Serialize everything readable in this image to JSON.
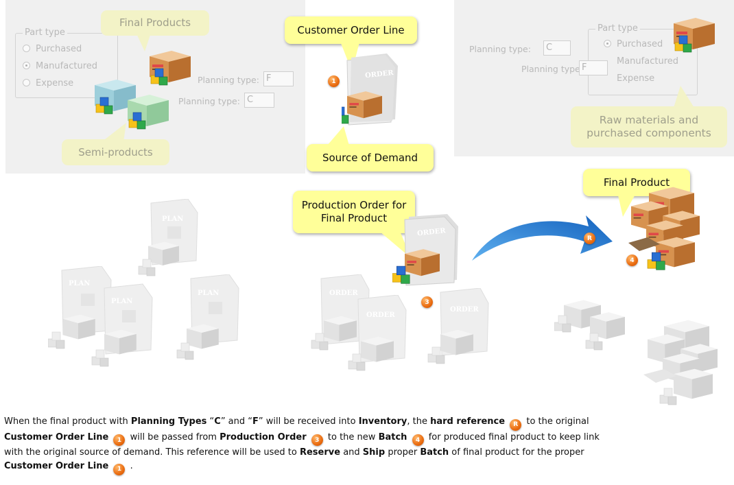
{
  "panel_left": {
    "groupbox_title": "Part type",
    "options": [
      "Purchased",
      "Manufactured",
      "Expense"
    ],
    "selected": "Manufactured",
    "callout_top": "Final Products",
    "callout_bottom": "Semi-products",
    "field1_label": "Planning type:",
    "field1_value": "F",
    "field2_label": "Planning type:",
    "field2_value": "C"
  },
  "center_top": {
    "callout_top": "Customer Order Line",
    "callout_bottom": "Source of Demand",
    "document_label": "ORDER",
    "badge": "1"
  },
  "panel_right": {
    "groupbox_title": "Part type",
    "options": [
      "Purchased",
      "Manufactured",
      "Expense"
    ],
    "selected": "Purchased",
    "field1_label": "Planning type:",
    "field1_value": "C",
    "field2_label": "Planning type:",
    "field2_value": "F",
    "callout": "Raw materials and purchased components"
  },
  "flow": {
    "production_callout": "Production Order for Final Product",
    "final_product_callout": "Final Product",
    "plan_label": "PLAN",
    "order_label": "ORDER",
    "badge_production": "3",
    "badge_reference": "R",
    "badge_batch": "4"
  },
  "caption": {
    "t1": "When the final product with ",
    "b1": "Planning Types",
    "t2": " “",
    "b2": "C",
    "t3": "” and “",
    "b3": "F",
    "t4": "” will be received into ",
    "b4": "Inventory",
    "t5": ", the ",
    "b5": "hard reference",
    "t6": " to the original",
    "b6": "Customer Order Line",
    "t7": " will be passed from ",
    "b7": "Production Order",
    "t8": " to the new ",
    "b8": "Batch",
    "t9": " for produced final product to keep link",
    "t10": "with the original source of demand.  This reference will be used to ",
    "b10": "Reserve",
    "t11": " and ",
    "b11": "Ship",
    "t12": " proper ",
    "b12": "Batch",
    "t13": " of final product for the proper",
    "b13": "Customer Order Line",
    "t14": " .",
    "badge_r": "R",
    "badge_1": "1",
    "badge_3": "3",
    "badge_4": "4"
  },
  "colors": {
    "callout_bright": "#ffff99",
    "callout_faded": "#f3f3c7",
    "badge": "#ea6c10",
    "arrow": "#1a6fc4",
    "panel": "#f0f0f0"
  }
}
